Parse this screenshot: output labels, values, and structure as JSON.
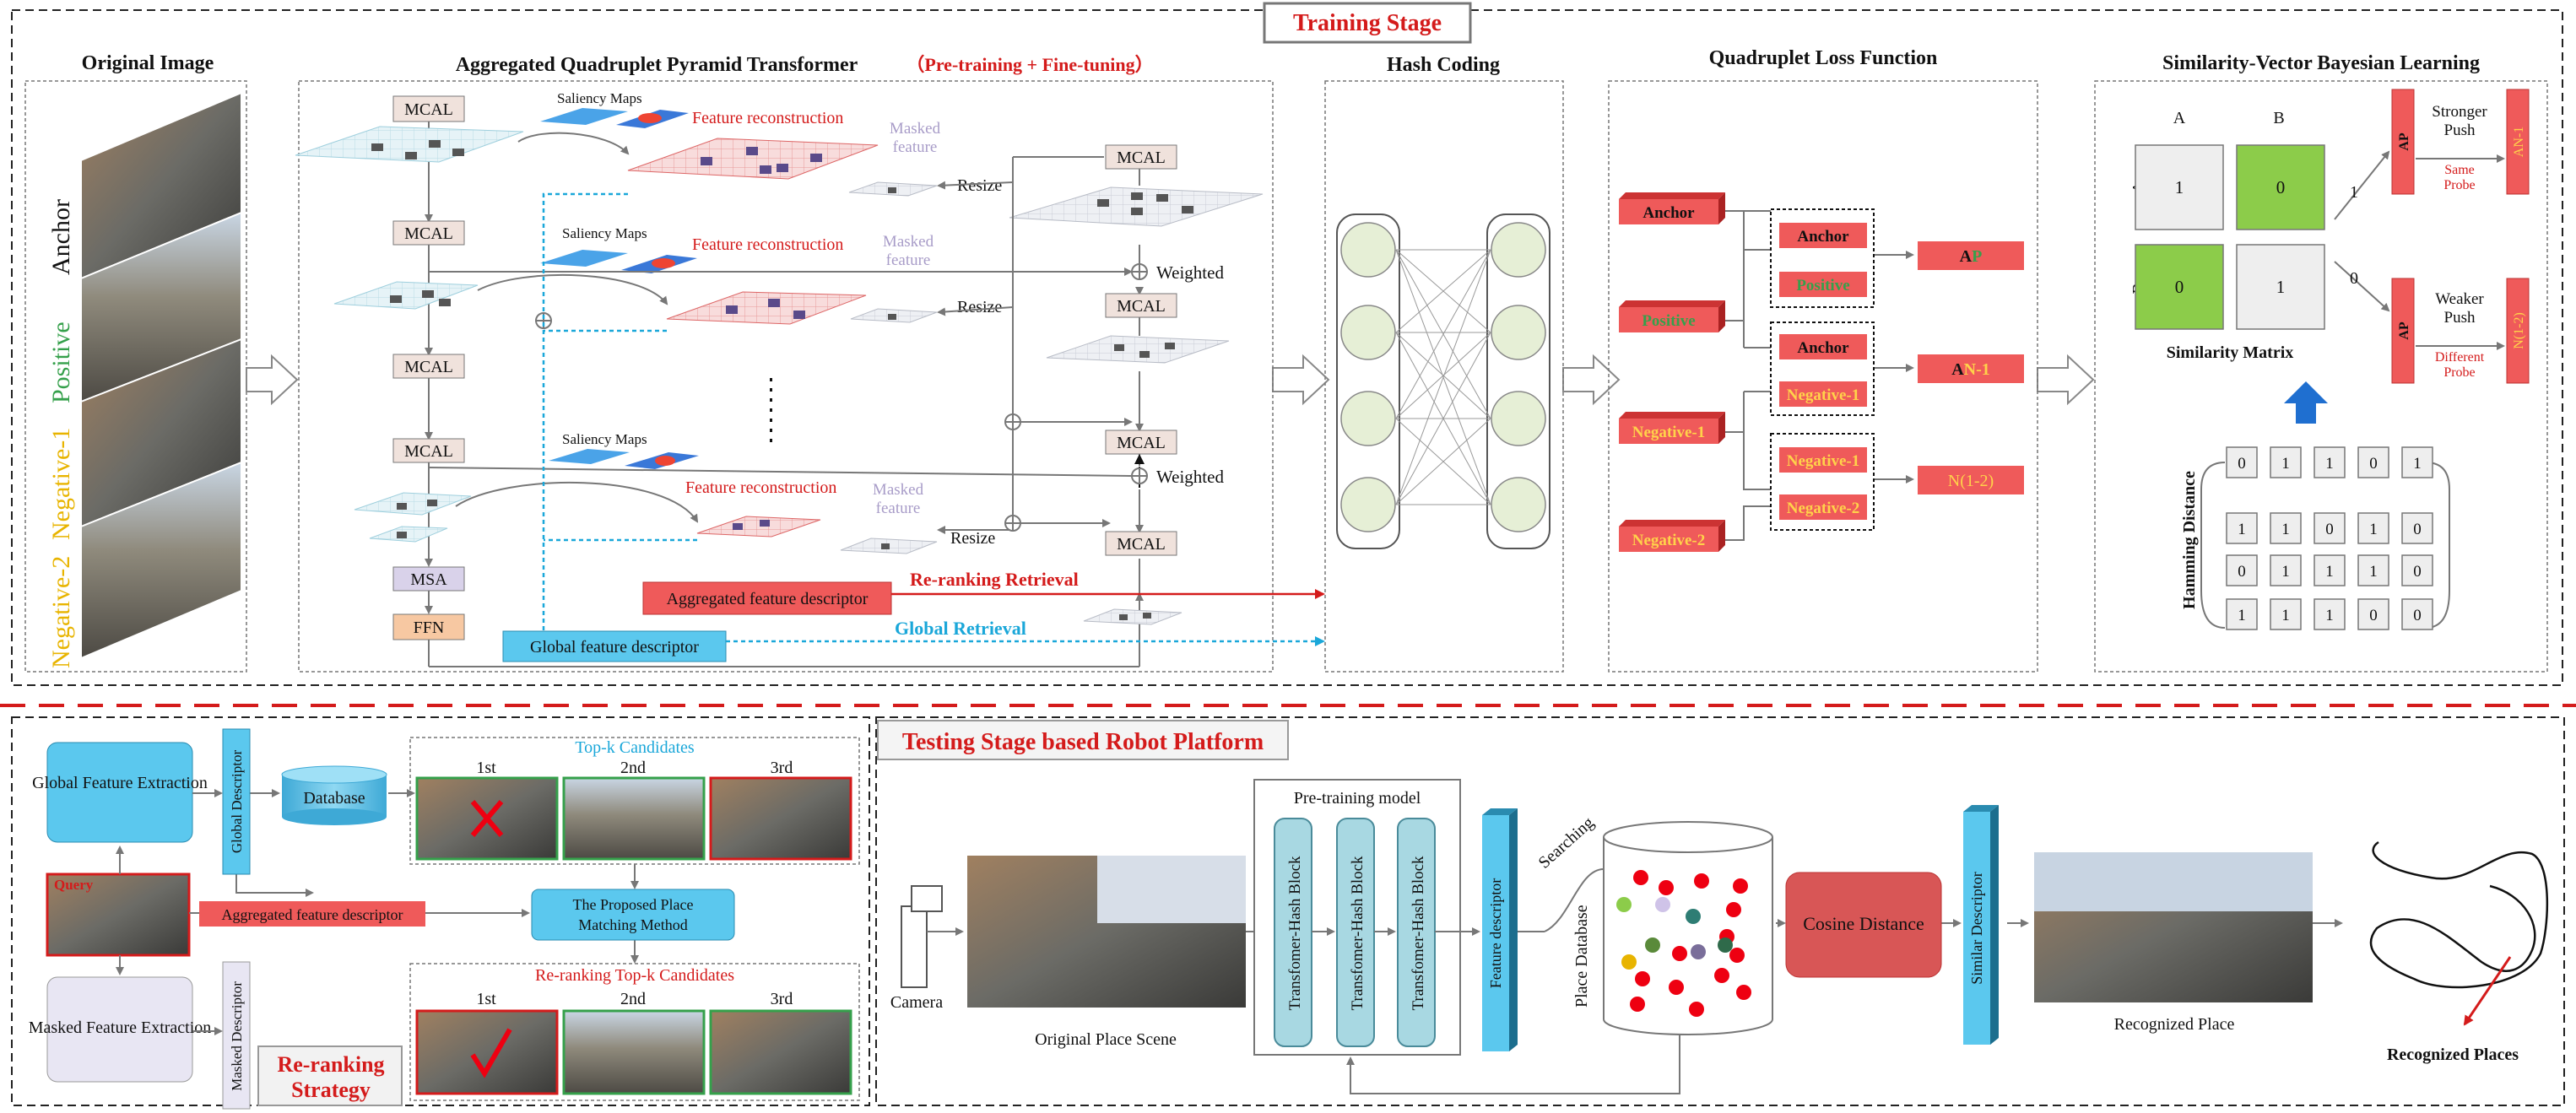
{
  "colors": {
    "red": "#d41b1b",
    "cyan": "#1aa7d9",
    "blue_box": "#5bc8ee",
    "red_box": "#ef5a5a",
    "green": "#35a04b",
    "yellow": "#e8b400",
    "mcal_fill": "#f0e2dc",
    "ffn_fill": "#f7c8a2",
    "msa_fill": "#d9d2ea",
    "grid_light": "#e4f2f6",
    "grid_red": "#f8d6d6",
    "node_fill": "#e6efd6",
    "arrow_blue": "#1f6fd0",
    "sim_green": "#8ccc4a"
  },
  "training": {
    "stage_title": "Training Stage",
    "original_image": {
      "title": "Original Image",
      "labels": [
        "Anchor",
        "Positive",
        "Negative-1",
        "Negative-2"
      ]
    },
    "aqpt": {
      "title": "Aggregated Quadruplet Pyramid Transformer",
      "subtitle": "（Pre-training + Fine-tuning）",
      "mcal": "MCAL",
      "msa": "MSA",
      "ffn": "FFN",
      "saliency": "Saliency Maps",
      "feature_recon": "Feature reconstruction",
      "masked_feature_1": "Masked",
      "masked_feature_2": "feature",
      "resize": "Resize",
      "weighted": "Weighted",
      "agg_descriptor": "Aggregated feature descriptor",
      "global_descriptor": "Global feature descriptor",
      "reranking_retrieval": "Re-ranking Retrieval",
      "global_retrieval": "Global Retrieval"
    },
    "hash": {
      "title": "Hash Coding"
    },
    "loss": {
      "title": "Quadruplet Loss Function",
      "inputs": [
        "Anchor",
        "Positive",
        "Negative-1",
        "Negative-2"
      ],
      "pair1": [
        "Anchor",
        "Positive"
      ],
      "pair2": [
        "Anchor",
        "Negative-1"
      ],
      "pair3": [
        "Negative-1",
        "Negative-2"
      ],
      "out1_a": "A",
      "out1_b": "P",
      "out2_a": "A",
      "out2_b": "N-1",
      "out3": "N(1-2)"
    },
    "bayes": {
      "title": "Similarity-Vector Bayesian Learning",
      "col_a": "A",
      "col_b": "B",
      "row_a": "A",
      "row_b": "B",
      "matrix": [
        "1",
        "0",
        "0",
        "1"
      ],
      "matrix_label": "Similarity Matrix",
      "one": "1",
      "zero": "0",
      "ap": "AP",
      "an1": "AN-1",
      "an_p": "AP",
      "n12": "N(1-2)",
      "stronger_1": "Stronger",
      "stronger_2": "Push",
      "same_1": "Same",
      "same_2": "Probe",
      "weaker_1": "Weaker",
      "weaker_2": "Push",
      "diff_1": "Different",
      "diff_2": "Probe",
      "hamming": "Hamming Distance",
      "hamming_top": [
        "0",
        "1",
        "1",
        "0",
        "1"
      ],
      "hamming_rows": [
        [
          "1",
          "1",
          "0",
          "1",
          "0"
        ],
        [
          "0",
          "1",
          "1",
          "1",
          "0"
        ],
        [
          "1",
          "1",
          "1",
          "0",
          "0"
        ]
      ]
    }
  },
  "testing": {
    "global_extraction": "Global Feature Extraction",
    "masked_extraction": "Masked Feature Extraction",
    "global_descriptor": "Global Descriptor",
    "masked_descriptor": "Masked Descriptor",
    "database": "Database",
    "query": "Query",
    "agg_descriptor": "Aggregated feature descriptor",
    "matching_1": "The Proposed Place",
    "matching_2": "Matching Method",
    "topk": "Top-k Candidates",
    "reranking_topk": "Re-ranking Top-k Candidates",
    "ranks": [
      "1st",
      "2nd",
      "3rd"
    ],
    "reranking_strategy_1": "Re-ranking",
    "reranking_strategy_2": "Strategy",
    "stage_title": "Testing Stage based Robot Platform",
    "camera": "Camera",
    "original_scene": "Original Place Scene",
    "pretraining": "Pre-training model",
    "blocks": [
      "Transfomer-Hash Block",
      "Transfomer-Hash Block",
      "Transfomer-Hash Block"
    ],
    "feature_descriptor": "Feature descriptor",
    "searching": "Searching",
    "place_db": "Place Database",
    "cosine": "Cosine Distance",
    "similar_descriptor": "Similar Descriptor",
    "recognized_place": "Recognized Place",
    "recognized_places": "Recognized Places"
  }
}
